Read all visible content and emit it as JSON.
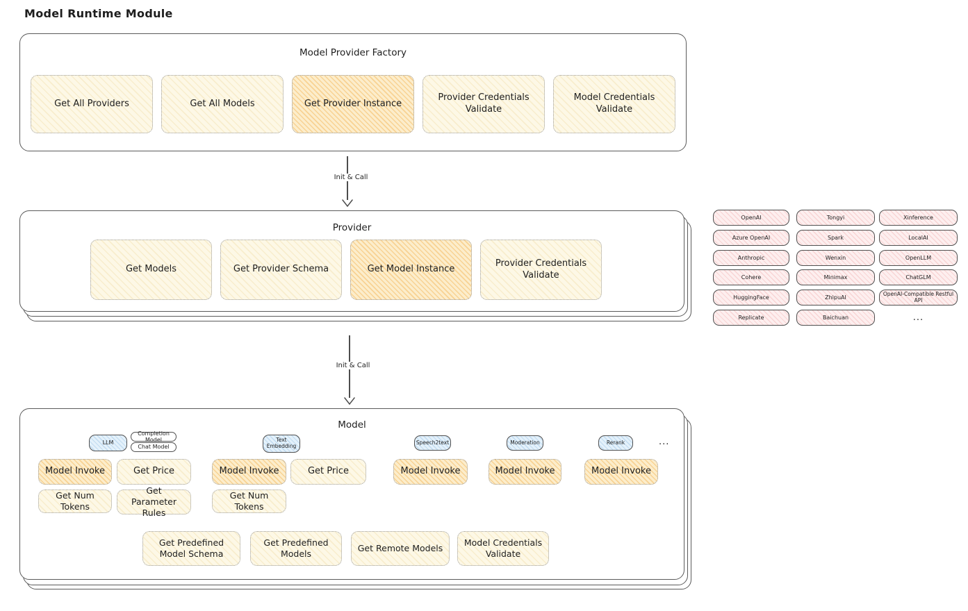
{
  "title": "Model Runtime Module",
  "colors": {
    "yellow_fill": "#fdf8e6",
    "orange_fill": "#fcedcb",
    "pink_fill": "#fdefef",
    "blue_fill": "#e4f1fb",
    "frame_stroke": "#5a5a5a",
    "dotted_stroke": "#9b9b9b"
  },
  "factory": {
    "title": "Model Provider Factory",
    "boxes": [
      {
        "label": "Get All Providers",
        "highlight": false
      },
      {
        "label": "Get All Models",
        "highlight": false
      },
      {
        "label": "Get Provider Instance",
        "highlight": true
      },
      {
        "label": "Provider Credentials Validate",
        "highlight": false
      },
      {
        "label": "Model Credentials Validate",
        "highlight": false
      }
    ]
  },
  "arrow1": {
    "label": "Init & Call"
  },
  "provider": {
    "title": "Provider",
    "boxes": [
      {
        "label": "Get Models",
        "highlight": false
      },
      {
        "label": "Get Provider Schema",
        "highlight": false
      },
      {
        "label": "Get Model Instance",
        "highlight": true
      },
      {
        "label": "Provider Credentials Validate",
        "highlight": false
      }
    ]
  },
  "provider_list": {
    "rows": [
      [
        "OpenAI",
        "Tongyi",
        "Xinference"
      ],
      [
        "Azure OpenAI",
        "Spark",
        "LocalAI"
      ],
      [
        "Anthropic",
        "Wenxin",
        "OpenLLM"
      ],
      [
        "Cohere",
        "Minimax",
        "ChatGLM"
      ],
      [
        "HuggingFace",
        "ZhipuAI",
        "OpenAI-Compatible Restful API"
      ],
      [
        "Replicate",
        "Baichuan"
      ]
    ],
    "more": "..."
  },
  "arrow2": {
    "label": "Init & Call"
  },
  "model": {
    "title": "Model",
    "tags": {
      "llm": "LLM",
      "completion": "Completion Model",
      "chat": "Chat Model",
      "text_embedding": "Text Embedding",
      "speech2text": "Speech2text",
      "moderation": "Moderation",
      "rerank": "Rerank",
      "more": "..."
    },
    "llm_group": {
      "model_invoke": "Model Invoke",
      "get_price": "Get Price",
      "get_num_tokens": "Get Num Tokens",
      "get_parameter_rules": "Get Parameter Rules"
    },
    "embedding_group": {
      "model_invoke": "Model Invoke",
      "get_price": "Get Price",
      "get_num_tokens": "Get Num Tokens"
    },
    "speech2text_group": {
      "model_invoke": "Model Invoke"
    },
    "moderation_group": {
      "model_invoke": "Model Invoke"
    },
    "rerank_group": {
      "model_invoke": "Model Invoke"
    },
    "bottom_row": [
      {
        "label": "Get Predefined Model Schema"
      },
      {
        "label": "Get Predefined Models"
      },
      {
        "label": "Get Remote Models"
      },
      {
        "label": "Model Credentials Validate"
      }
    ]
  }
}
